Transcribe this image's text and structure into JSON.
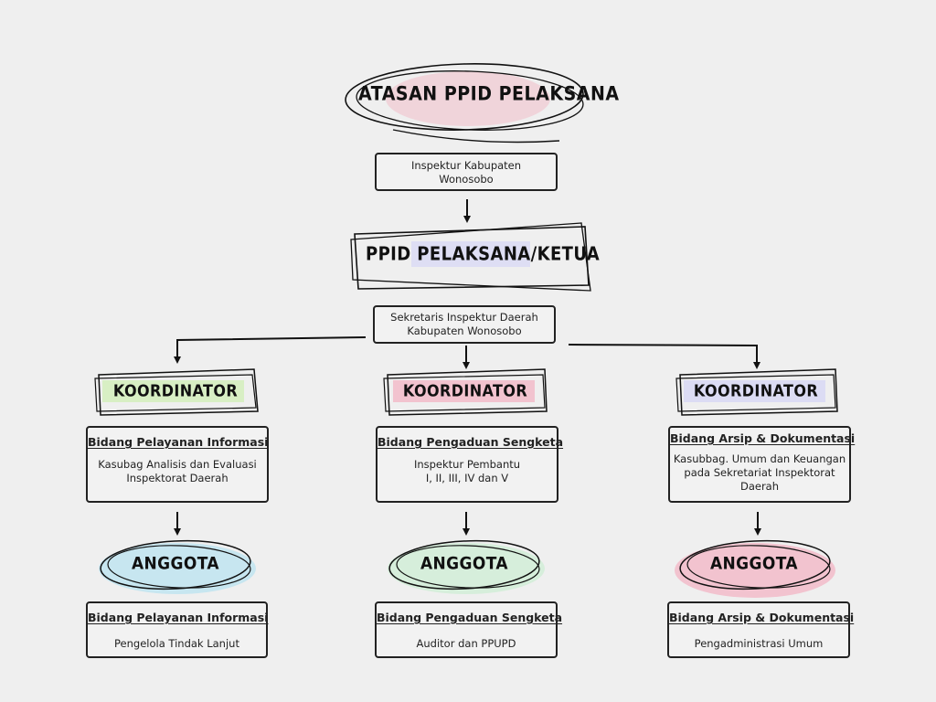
{
  "atasan": {
    "heading": "ATASAN PPID PELAKSANA",
    "box": [
      "Inspektur Kabupaten",
      "Wonosobo"
    ]
  },
  "ketua": {
    "heading": "PPID PELAKSANA/KETUA",
    "box": [
      "Sekretaris Inspektur Daerah",
      "Kabupaten Wonosobo"
    ]
  },
  "koordinator": [
    {
      "heading": "KOORDINATOR",
      "title": "Bidang Pelayanan Informasi",
      "desc": [
        "Kasubag Analisis dan Evaluasi",
        "Inspektorat Daerah"
      ]
    },
    {
      "heading": "KOORDINATOR",
      "title": "Bidang Pengaduan Sengketa",
      "desc": [
        "Inspektur Pembantu",
        "I, II, III, IV dan V"
      ]
    },
    {
      "heading": "KOORDINATOR",
      "title": "Bidang Arsip & Dokumentasi",
      "desc": [
        "Kasubbag. Umum dan Keuangan",
        "pada Sekretariat Inspektorat",
        "Daerah"
      ]
    }
  ],
  "anggota": [
    {
      "heading": "ANGGOTA",
      "title": "Bidang Pelayanan Informasi",
      "desc": "Pengelola Tindak Lanjut"
    },
    {
      "heading": "ANGGOTA",
      "title": "Bidang Pengaduan Sengketa",
      "desc": "Auditor dan PPUPD"
    },
    {
      "heading": "ANGGOTA",
      "title": "Bidang Arsip & Dokumentasi",
      "desc": "Pengadministrasi Umum"
    }
  ],
  "colors": {
    "pink": "#f0cfd6",
    "lavender": "#dcdcf4",
    "green": "#d8efc4",
    "rose": "#f2c3cf",
    "blue": "#c7e6f0",
    "mint": "#d6eedb",
    "line": "#111111"
  }
}
